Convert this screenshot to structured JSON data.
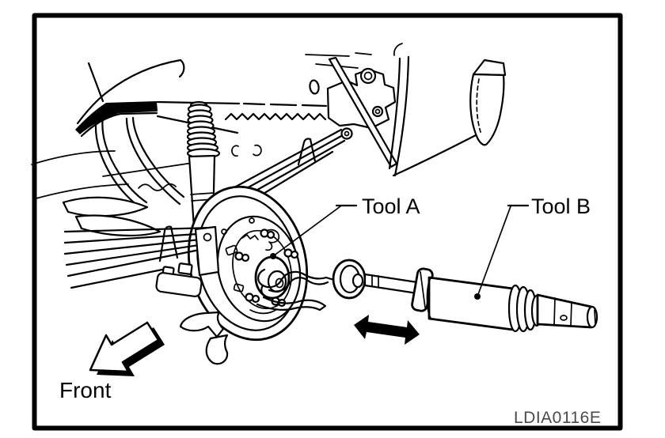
{
  "figure": {
    "type": "service-manual line illustration",
    "labels": {
      "tool_a": "Tool A",
      "tool_b": "Tool B",
      "front": "Front",
      "figure_code": "LDIA0116E"
    },
    "colors": {
      "background": "#ffffff",
      "ink": "#000000",
      "code_text": "#4a4a4a"
    },
    "icons": {
      "front_arrow": "outline-arrow-pointing-down-left-with-shadow",
      "slide_arrow": "solid-double-headed-horizontal-arrow"
    }
  }
}
